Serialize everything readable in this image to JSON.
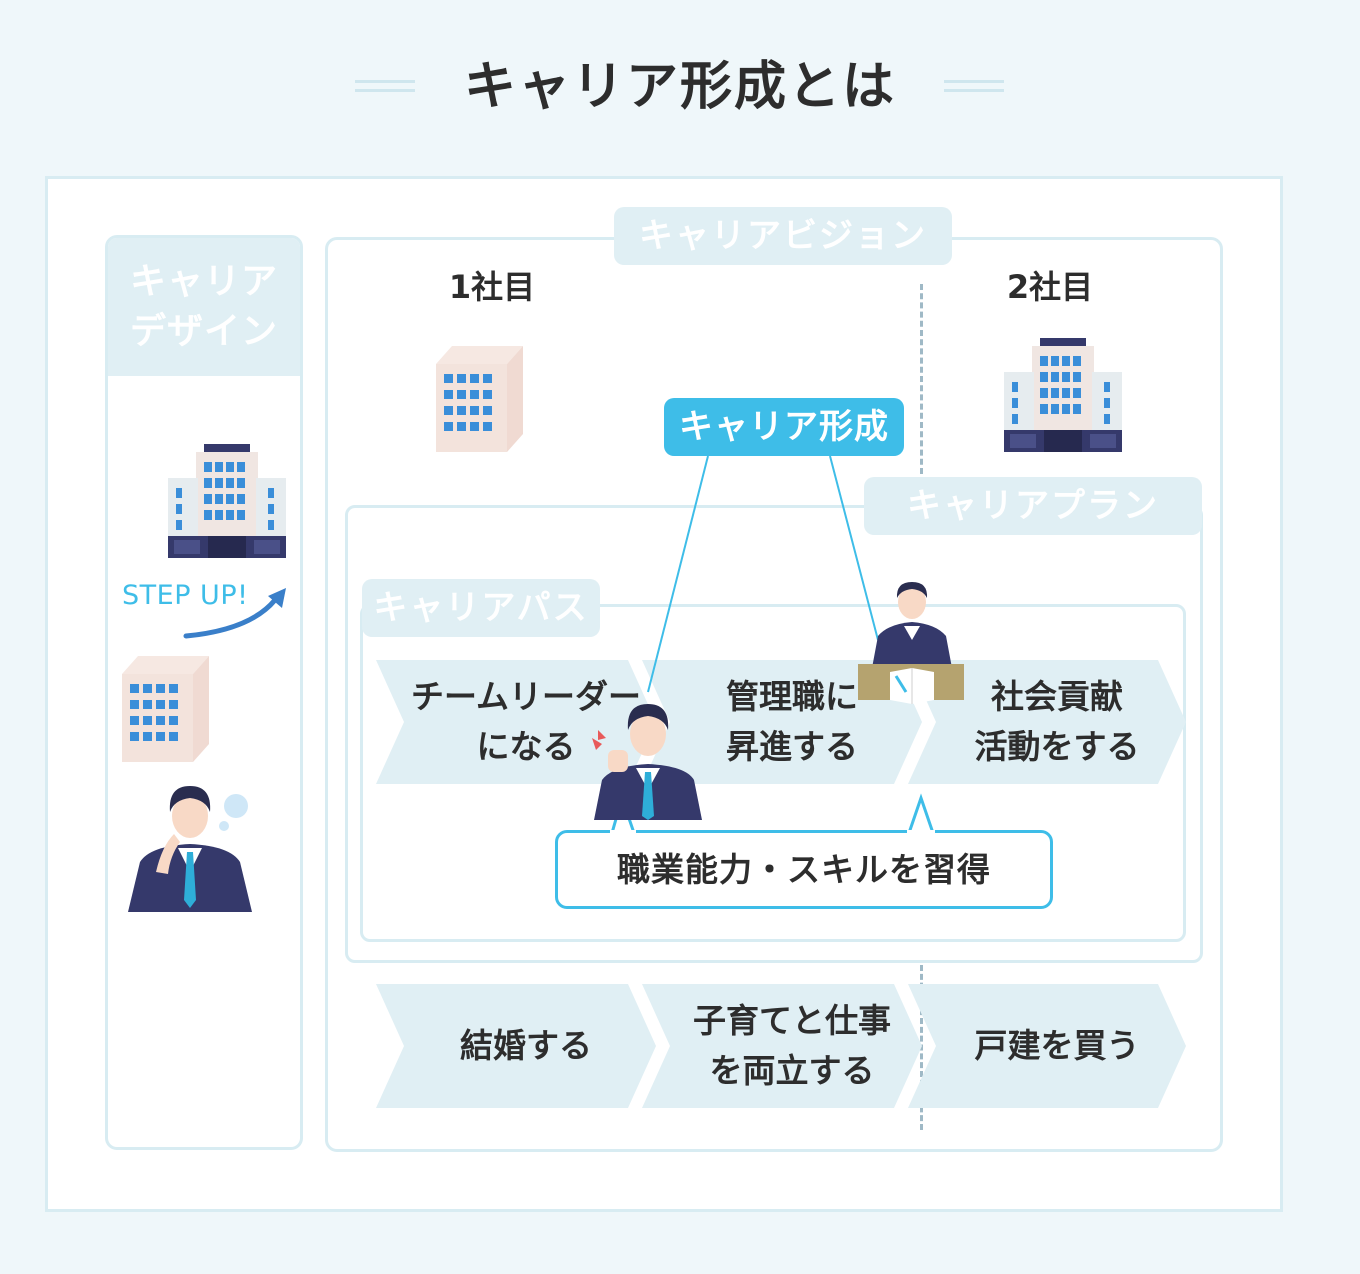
{
  "title": "キャリア形成とは",
  "career_design": "キャリア\nデザイン",
  "career_vision": "キャリアビジョン",
  "career_plan": "キャリアプラン",
  "career_path": "キャリアパス",
  "career_formation": "キャリア形成",
  "step_up": "STEP UP!",
  "company1": "1社目",
  "company2": "2社目",
  "path_steps": [
    "チームリーダー\nになる",
    "管理職に\n昇進する",
    "社会貢献\n活動をする"
  ],
  "life_steps": [
    "結婚する",
    "子育てと仕事\nを両立する",
    "戸建を買う"
  ],
  "skill": "職業能力・スキルを習得",
  "colors": {
    "accent": "#3ebde8",
    "light_band": "#e0eff4",
    "border": "#d8ecf2",
    "navy": "#35396b"
  }
}
